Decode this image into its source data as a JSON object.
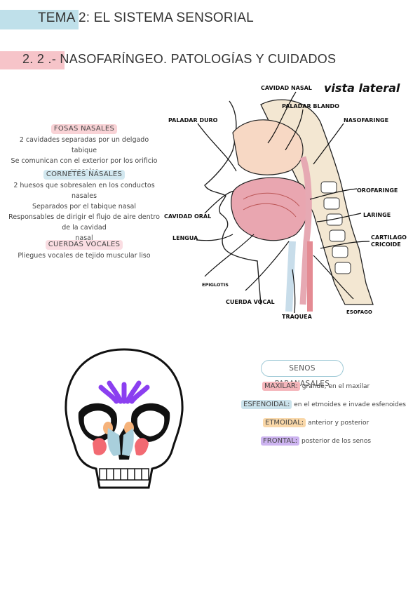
{
  "header": {
    "title": "TEMA 2: EL SISTEMA SENSORIAL",
    "subtitle": "2. 2 .- NASOFARÍNGEO. PATOLOGÍAS Y CUIDADOS"
  },
  "notes": {
    "fosas": {
      "heading": "FOSAS NASALES",
      "lines": [
        "2 cavidades separadas por un delgado tabique",
        "Se comunican con el exterior por los orificio snasales"
      ]
    },
    "cornetes": {
      "heading": "CORNETES NASALES",
      "lines": [
        "2 huesos que sobresalen en los conductos nasales",
        "Separados por el tabique nasal",
        "Responsables de dirigir el flujo de aire dentro de la cavidad",
        "nasal"
      ]
    },
    "cuerdas": {
      "heading": "CUERDAS VOCALES",
      "lines": [
        "Pliegues vocales de tejido muscular liso"
      ]
    }
  },
  "diagram": {
    "view_title": "vista lateral",
    "labels": {
      "cavidad_nasal": "CAVIDAD NASAL",
      "paladar_blando": "PALADAR BLANDO",
      "paladar_duro": "PALADAR DURO",
      "nasofaringe": "NASOFARINGE",
      "orofaringe": "OROFARINGE",
      "laringe": "LARINGE",
      "cavidad_oral": "CAVIDAD ORAL",
      "cartilago": "CARTILAGO",
      "cricoide": "CRICOIDE",
      "lengua": "LENGUA",
      "epiglotis": "EPIGLOTIS",
      "cuerda_vocal": "CUERDA VOCAL",
      "traquea": "TRAQUEA",
      "esofago": "ESOFAGO"
    }
  },
  "senos": {
    "heading": "SENOS PARANASALES",
    "items": [
      {
        "label": "MAXILAR:",
        "text": "grande, en el maxilar",
        "color": "#f5b6bb"
      },
      {
        "label": "ESFENOIDAL:",
        "text": "en el etmoides e invade esfenoides",
        "color": "#cbe3ec"
      },
      {
        "label": "ETMOIDAL:",
        "text": "anterior y posterior",
        "color": "#f9d7a8"
      },
      {
        "label": "FRONTAL:",
        "text": "posterior de los senos",
        "color": "#cdb4f0"
      }
    ]
  },
  "colors": {
    "accent_blue": "#bfe0ea",
    "accent_pink": "#f6c4c9",
    "frontal": "#8b3ff0",
    "etmoidal": "#f5b27a",
    "esfenoidal": "#a9cfdc",
    "maxilar": "#f26a72"
  }
}
